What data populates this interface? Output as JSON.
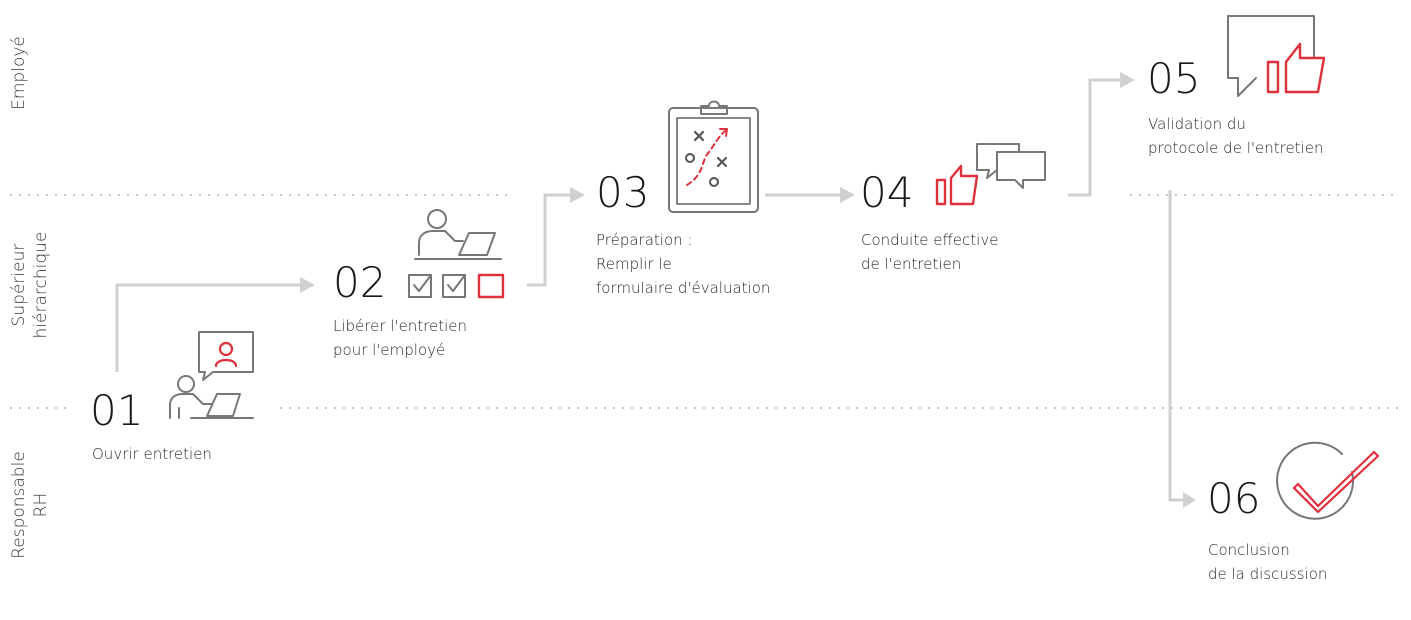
{
  "lanes": [
    {
      "lines": [
        "Employé"
      ]
    },
    {
      "lines": [
        "Supérieur",
        "hiérarchique"
      ]
    },
    {
      "lines": [
        "Responsable",
        "RH"
      ]
    }
  ],
  "steps": [
    {
      "number": "01",
      "lines": [
        "Ouvrir entretien"
      ],
      "icon": "person-at-laptop-chat-icon"
    },
    {
      "number": "02",
      "lines": [
        "Libérer l'entretien",
        "pour l'employé"
      ],
      "icon": "person-at-laptop-checkboxes-icon"
    },
    {
      "number": "03",
      "lines": [
        "Préparation :",
        "Remplir le",
        "formulaire d'évaluation"
      ],
      "icon": "clipboard-strategy-icon"
    },
    {
      "number": "04",
      "lines": [
        "Conduite effective",
        "de l'entretien"
      ],
      "icon": "thumbs-up-chat-icon"
    },
    {
      "number": "05",
      "lines": [
        "Validation du",
        "protocole de l'entretien"
      ],
      "icon": "speech-bubble-thumbs-up-icon"
    },
    {
      "number": "06",
      "lines": [
        "Conclusion",
        "de la discussion"
      ],
      "icon": "check-circle-icon"
    }
  ],
  "colors": {
    "accent": "#e0303a",
    "icon_gray": "#777777",
    "connector": "#d0d0d0",
    "divider": "#c8c8c8"
  }
}
